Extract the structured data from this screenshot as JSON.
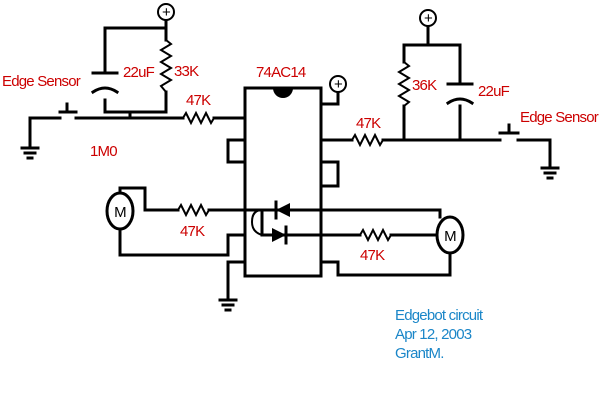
{
  "labels": {
    "edge_sensor_left": "Edge Sensor",
    "edge_sensor_right": "Edge Sensor",
    "cap_left": "22uF",
    "res_33k": "33K",
    "res_47k_top_left": "47K",
    "res_1m0": "1M0",
    "chip": "74AC14",
    "res_36k": "36K",
    "cap_right": "22uF",
    "res_47k_right": "47K",
    "res_47k_bottom_left": "47K",
    "res_47k_bottom_right": "47K",
    "motor_left": "M",
    "motor_right": "M",
    "supply_left": "+",
    "supply_chip": "+",
    "supply_right": "+"
  },
  "caption": {
    "line1": "Edgebot circuit",
    "line2": "Apr 12, 2003",
    "line3": "GrantM."
  },
  "colors": {
    "wire": "#000000",
    "label": "#cc0000",
    "caption": "#1a86c8",
    "background": "#ffffff"
  }
}
